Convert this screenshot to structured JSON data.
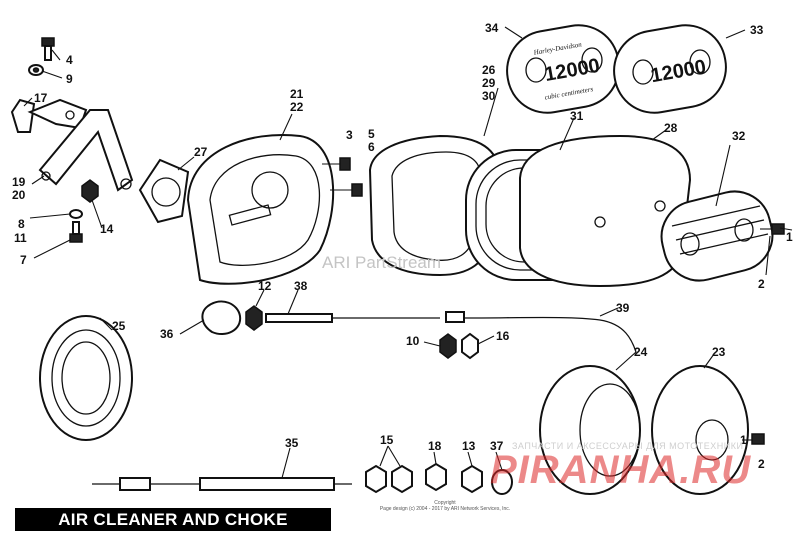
{
  "diagram": {
    "title": "AIR CLEANER AND CHOKE",
    "watermark": "ARI PartStream",
    "copyright_line1": "Copyright",
    "copyright_line2": "Page design (c) 2004 - 2017 by ARI Network Services, Inc.",
    "shop_caption": "ЗАПЧАСТИ И АКСЕССУАРЫ ДЛЯ МОТОТЕХНИКИ",
    "shop_logo": "PIRANHA.RU",
    "plate_text": "12000",
    "plate_brand": "Harley-Davidson",
    "plate_sub": "cubic centimeters",
    "callouts": [
      {
        "id": "c1",
        "label": "34"
      },
      {
        "id": "c2",
        "label": "33"
      },
      {
        "id": "c3",
        "label": "26"
      },
      {
        "id": "c4",
        "label": "29"
      },
      {
        "id": "c5",
        "label": "30"
      },
      {
        "id": "c6",
        "label": "4"
      },
      {
        "id": "c7",
        "label": "9"
      },
      {
        "id": "c8",
        "label": "17"
      },
      {
        "id": "c9",
        "label": "21"
      },
      {
        "id": "c10",
        "label": "22"
      },
      {
        "id": "c11",
        "label": "31"
      },
      {
        "id": "c12",
        "label": "28"
      },
      {
        "id": "c13",
        "label": "3"
      },
      {
        "id": "c14",
        "label": "5"
      },
      {
        "id": "c15",
        "label": "6"
      },
      {
        "id": "c16",
        "label": "32"
      },
      {
        "id": "c17",
        "label": "27"
      },
      {
        "id": "c18",
        "label": "19"
      },
      {
        "id": "c19",
        "label": "20"
      },
      {
        "id": "c20",
        "label": "8"
      },
      {
        "id": "c21",
        "label": "11"
      },
      {
        "id": "c22",
        "label": "14"
      },
      {
        "id": "c23",
        "label": "7"
      },
      {
        "id": "c24",
        "label": "1"
      },
      {
        "id": "c25",
        "label": "2"
      },
      {
        "id": "c26",
        "label": "12"
      },
      {
        "id": "c27",
        "label": "38"
      },
      {
        "id": "c28",
        "label": "39"
      },
      {
        "id": "c29",
        "label": "36"
      },
      {
        "id": "c30",
        "label": "25"
      },
      {
        "id": "c31",
        "label": "10"
      },
      {
        "id": "c32",
        "label": "16"
      },
      {
        "id": "c33",
        "label": "24"
      },
      {
        "id": "c34",
        "label": "23"
      },
      {
        "id": "c35",
        "label": "35"
      },
      {
        "id": "c36",
        "label": "15"
      },
      {
        "id": "c37",
        "label": "18"
      },
      {
        "id": "c38",
        "label": "13"
      },
      {
        "id": "c39",
        "label": "37"
      },
      {
        "id": "c40",
        "label": "1"
      },
      {
        "id": "c41",
        "label": "2"
      }
    ]
  }
}
